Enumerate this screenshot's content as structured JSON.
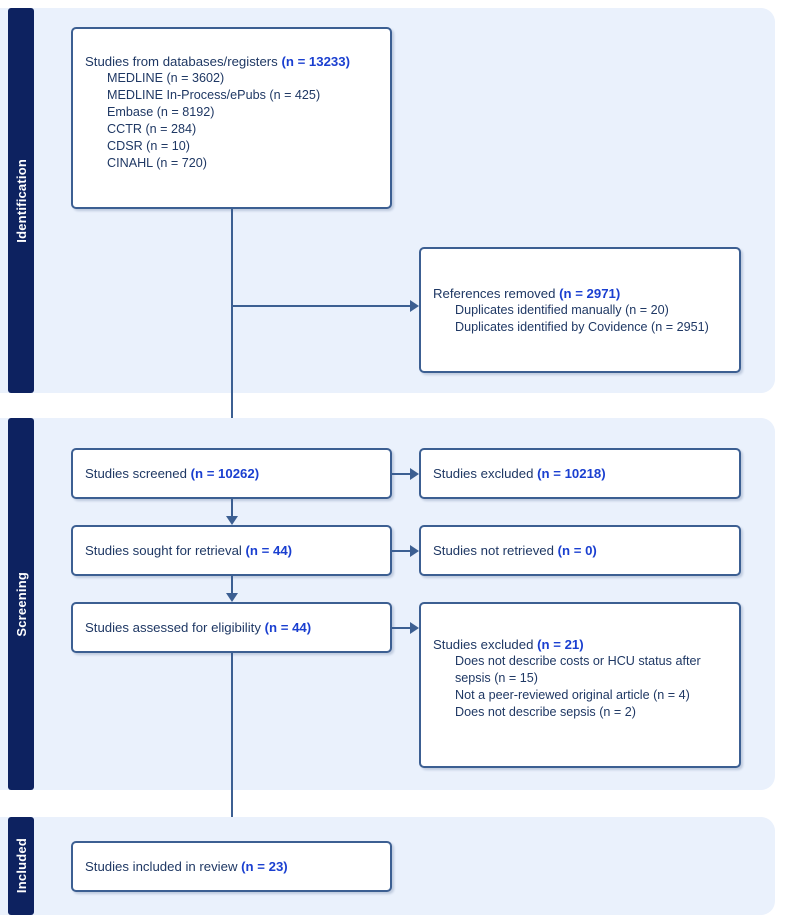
{
  "diagram": {
    "type": "prisma-flow-diagram",
    "colors": {
      "stage_bar_bg": "#0d2260",
      "panel_bg": "#eaf1fc",
      "box_border": "#3c5f92",
      "box_bg": "#ffffff",
      "text": "#1f3864",
      "accent_count": "#1a3fd0",
      "connector": "#3c5f92"
    }
  },
  "stages": [
    {
      "label": "Identification"
    },
    {
      "label": "Screening"
    },
    {
      "label": "Included"
    }
  ],
  "boxes": {
    "databases": {
      "title_text": "Studies from databases/registers ",
      "title_count": "(n = 13233)",
      "items": [
        "MEDLINE (n = 3602)",
        "MEDLINE In-Process/ePubs (n = 425)",
        "Embase (n = 8192)",
        "CCTR (n = 284)",
        "CDSR (n = 10)",
        "CINAHL (n = 720)"
      ]
    },
    "references_removed": {
      "title_text": "References removed ",
      "title_count": "(n = 2971)",
      "items": [
        "Duplicates identified manually (n = 20)",
        "Duplicates identified by Covidence (n = 2951)"
      ]
    },
    "screened": {
      "title_text": "Studies screened ",
      "title_count": "(n = 10262)"
    },
    "excluded_screened": {
      "title_text": "Studies excluded ",
      "title_count": "(n = 10218)"
    },
    "sought_retrieval": {
      "title_text": "Studies sought for retrieval ",
      "title_count": "(n = 44)"
    },
    "not_retrieved": {
      "title_text": "Studies not retrieved ",
      "title_count": "(n = 0)"
    },
    "assessed_eligibility": {
      "title_text": "Studies assessed for eligibility ",
      "title_count": "(n = 44)"
    },
    "excluded_eligibility": {
      "title_text": "Studies excluded ",
      "title_count": "(n = 21)",
      "items": [
        "Does not describe costs or HCU status after sepsis (n = 15)",
        "Not a peer-reviewed original article (n = 4)",
        "Does not describe sepsis (n = 2)"
      ]
    },
    "included_review": {
      "title_text": "Studies included in review ",
      "title_count": "(n = 23)"
    }
  }
}
